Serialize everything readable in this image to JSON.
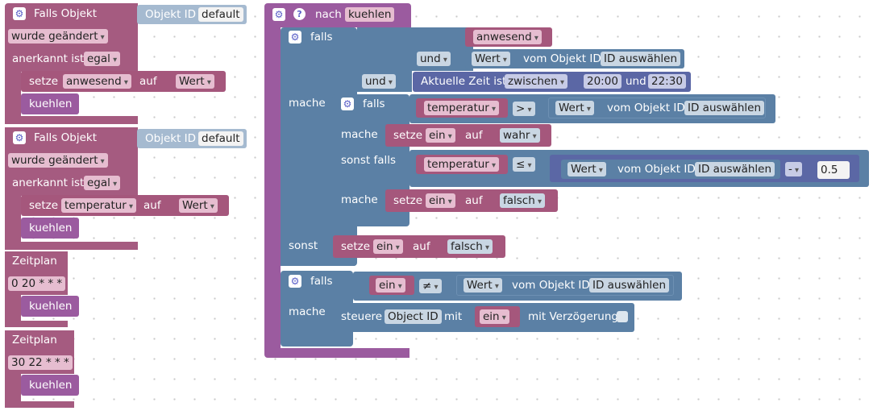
{
  "trigger1": {
    "title": "Falls Objekt",
    "objekt_id": "Objekt ID",
    "default": "default",
    "changed": "wurde geändert",
    "acked_label": "anerkannt ist",
    "acked": "egal",
    "set": "setze",
    "var": "anwesend",
    "on": "auf",
    "value": "Wert",
    "call": "kuehlen"
  },
  "trigger2": {
    "title": "Falls Objekt",
    "objekt_id": "Objekt ID",
    "default": "default",
    "changed": "wurde geändert",
    "acked_label": "anerkannt ist",
    "acked": "egal",
    "set": "setze",
    "var": "temperatur",
    "on": "auf",
    "value": "Wert",
    "call": "kuehlen"
  },
  "schedule1": {
    "title": "Zeitplan",
    "cron": "0 20 * * *",
    "call": "kuehlen"
  },
  "schedule2": {
    "title": "Zeitplan",
    "cron": "30 22 * * *",
    "call": "kuehlen"
  },
  "func": {
    "nach": "nach",
    "name": "kuehlen",
    "falls": "falls",
    "mache": "mache",
    "sonst": "sonst",
    "sonst_falls": "sonst falls",
    "var_anwesend": "anwesend",
    "und": "und",
    "wert": "Wert",
    "vom_objekt": "vom Objekt ID",
    "id_select": "ID auswählen",
    "time_label": "Aktuelle Zeit ist",
    "zwischen": "zwischen",
    "t1": "20:00",
    "und2": "und",
    "t2": "22:30",
    "var_temp": "temperatur",
    "op_gt": ">",
    "op_le": "≤",
    "op_ne": "≠",
    "minus": "-",
    "num": "0.5",
    "setze": "setze",
    "ein": "ein",
    "auf": "auf",
    "wahr": "wahr",
    "falsch": "falsch",
    "steuere": "steuere",
    "object_id": "Object ID",
    "mit": "mit",
    "verz": "mit Verzögerung"
  },
  "colors": {
    "event": "#a55b80",
    "logic": "#5b80a5",
    "procedure": "#9b5b9f",
    "variable": "#a5577c",
    "math": "#5b67a5"
  }
}
